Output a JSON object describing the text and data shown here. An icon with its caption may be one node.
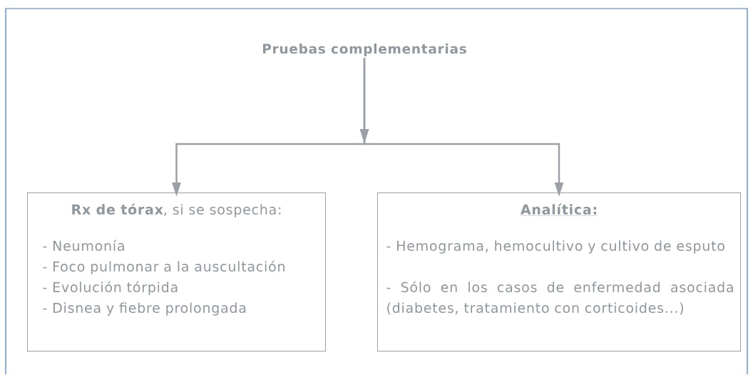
{
  "diagram": {
    "nodes": [
      {
        "text": [
          "Pruebas complementarias"
        ]
      },
      {
        "text": [
          "**Rx de tórax**, si se sospecha:",
          "- Neumonía",
          "- Foco pulmonar a la auscultación",
          "- Evolución tórpida",
          "- Disnea y fiebre prolongada"
        ]
      },
      {
        "text": [
          "Analítica:",
          "- Hemograma, hemocultivo y cultivo de esputo",
          "- Sólo en los casos de enfermedad asociada (diabetes, tratamiento con corticoides...)"
        ]
      }
    ],
    "edges": [
      {
        "from": 0,
        "to": 1,
        "arrow": "to"
      },
      {
        "from": 0,
        "to": 2,
        "arrow": "to"
      }
    ]
  }
}
